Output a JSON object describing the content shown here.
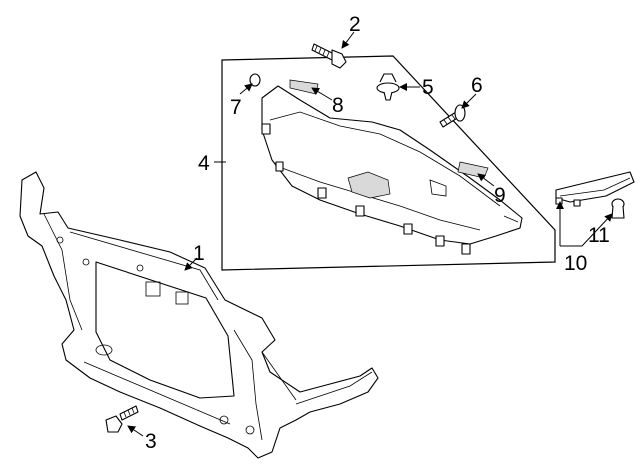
{
  "callouts": {
    "c1": "1",
    "c2": "2",
    "c3": "3",
    "c4": "4",
    "c5": "5",
    "c6": "6",
    "c7": "7",
    "c8": "8",
    "c9": "9",
    "c10": "10",
    "c11": "11"
  },
  "colors": {
    "line": "#000000",
    "background": "#ffffff",
    "shade": "#d9d9d9"
  }
}
